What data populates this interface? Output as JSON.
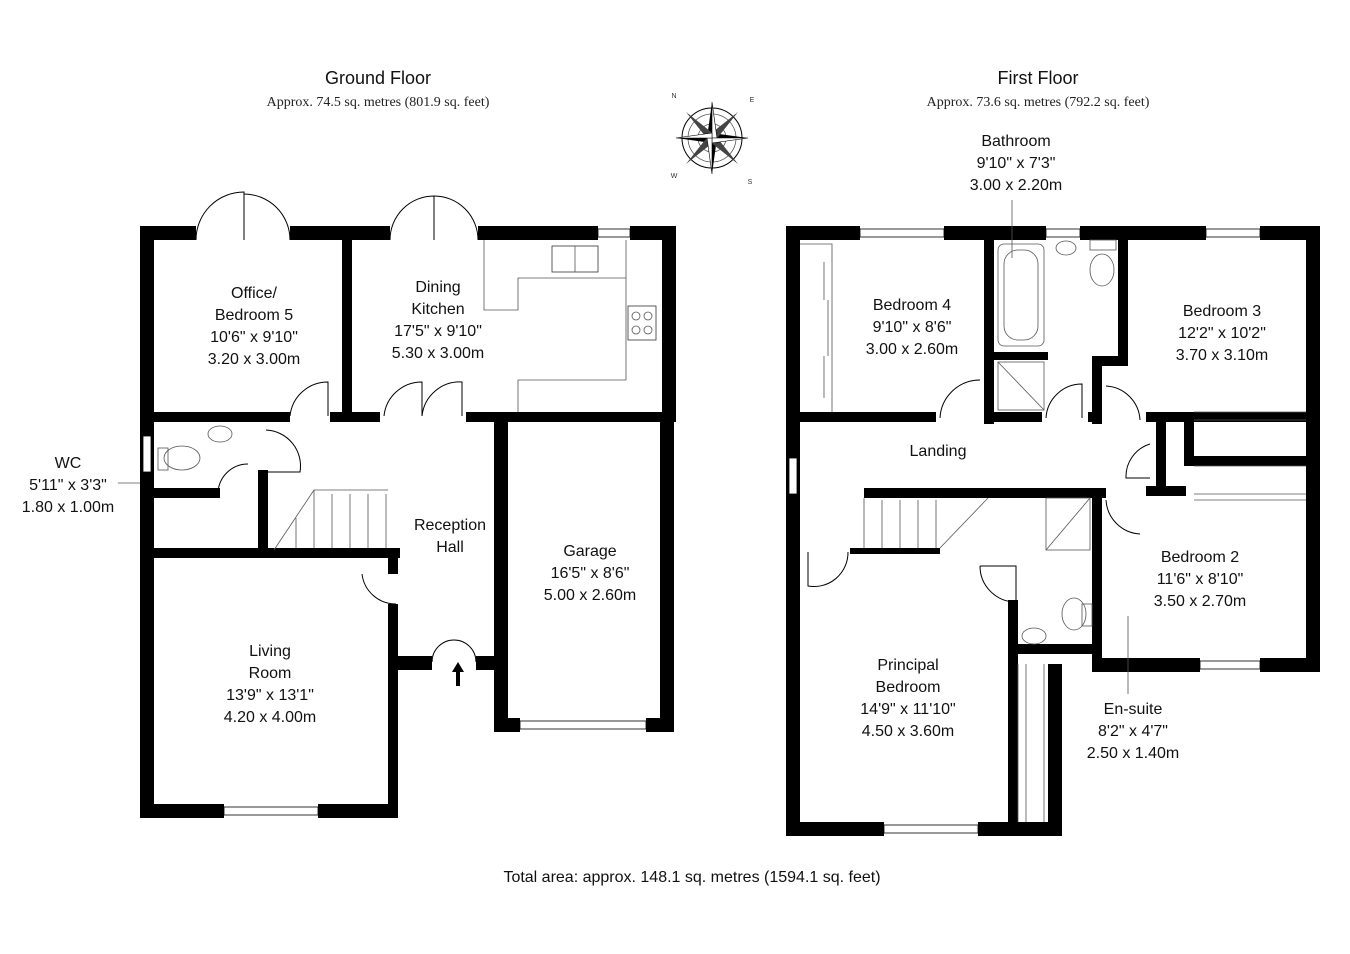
{
  "ground_floor": {
    "title": "Ground Floor",
    "area": "Approx. 74.5 sq. metres (801.9 sq. feet)",
    "rooms": [
      {
        "name": [
          "Office/",
          "Bedroom 5"
        ],
        "imperial": "10'6\" x 9'10\"",
        "metric": "3.20 x 3.00m"
      },
      {
        "name": [
          "Dining",
          "Kitchen"
        ],
        "imperial": "17'5\" x 9'10\"",
        "metric": "5.30 x 3.00m"
      },
      {
        "name": [
          "WC"
        ],
        "imperial": "5'11\" x 3'3\"",
        "metric": "1.80 x 1.00m"
      },
      {
        "name": [
          "Reception",
          "Hall"
        ],
        "imperial": "",
        "metric": ""
      },
      {
        "name": [
          "Garage"
        ],
        "imperial": "16'5\" x 8'6\"",
        "metric": "5.00 x 2.60m"
      },
      {
        "name": [
          "Living",
          "Room"
        ],
        "imperial": "13'9\" x 13'1\"",
        "metric": "4.20 x 4.00m"
      }
    ]
  },
  "first_floor": {
    "title": "First Floor",
    "area": "Approx. 73.6 sq. metres (792.2 sq. feet)",
    "rooms": [
      {
        "name": [
          "Bathroom"
        ],
        "imperial": "9'10\" x 7'3\"",
        "metric": "3.00 x 2.20m"
      },
      {
        "name": [
          "Bedroom 4"
        ],
        "imperial": "9'10\" x 8'6\"",
        "metric": "3.00 x 2.60m"
      },
      {
        "name": [
          "Bedroom 3"
        ],
        "imperial": "12'2\" x 10'2\"",
        "metric": "3.70 x 3.10m"
      },
      {
        "name": [
          "Landing"
        ],
        "imperial": "",
        "metric": ""
      },
      {
        "name": [
          "Bedroom 2"
        ],
        "imperial": "11'6\" x 8'10\"",
        "metric": "3.50 x 2.70m"
      },
      {
        "name": [
          "Principal",
          "Bedroom"
        ],
        "imperial": "14'9\" x 11'10\"",
        "metric": "4.50 x 3.60m"
      },
      {
        "name": [
          "En-suite"
        ],
        "imperial": "8'2\" x 4'7\"",
        "metric": "2.50 x 1.40m"
      }
    ]
  },
  "compass": {
    "icon": "compass-rose-icon",
    "letters": [
      "N",
      "E",
      "S",
      "W"
    ]
  },
  "total_area": "Total area: approx. 148.1 sq. metres (1594.1 sq. feet)"
}
